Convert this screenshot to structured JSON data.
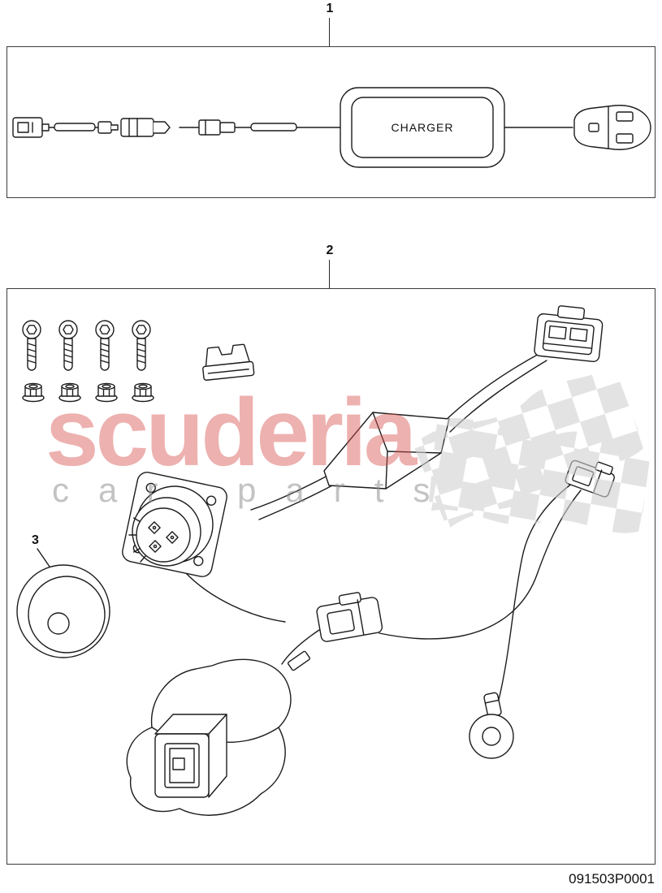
{
  "page": {
    "background": "#ffffff",
    "part_number": "091503P0001"
  },
  "callouts": {
    "one": "1",
    "two": "2",
    "three": "3"
  },
  "box1": {
    "description": "battery charger cable assembly",
    "charger_label": "CHARGER"
  },
  "box2": {
    "description": "installation wiring harness kit with screws, nuts, fuse, charging socket, grommet cap, connectors, ring terminal and boot plug"
  },
  "watermark": {
    "brand": "scuderia",
    "sub": "car parts",
    "brand_color": "rgba(214,82,78,0.45)",
    "sub_color": "rgba(145,145,145,0.55)",
    "flag_color": "#d2d2d2"
  }
}
